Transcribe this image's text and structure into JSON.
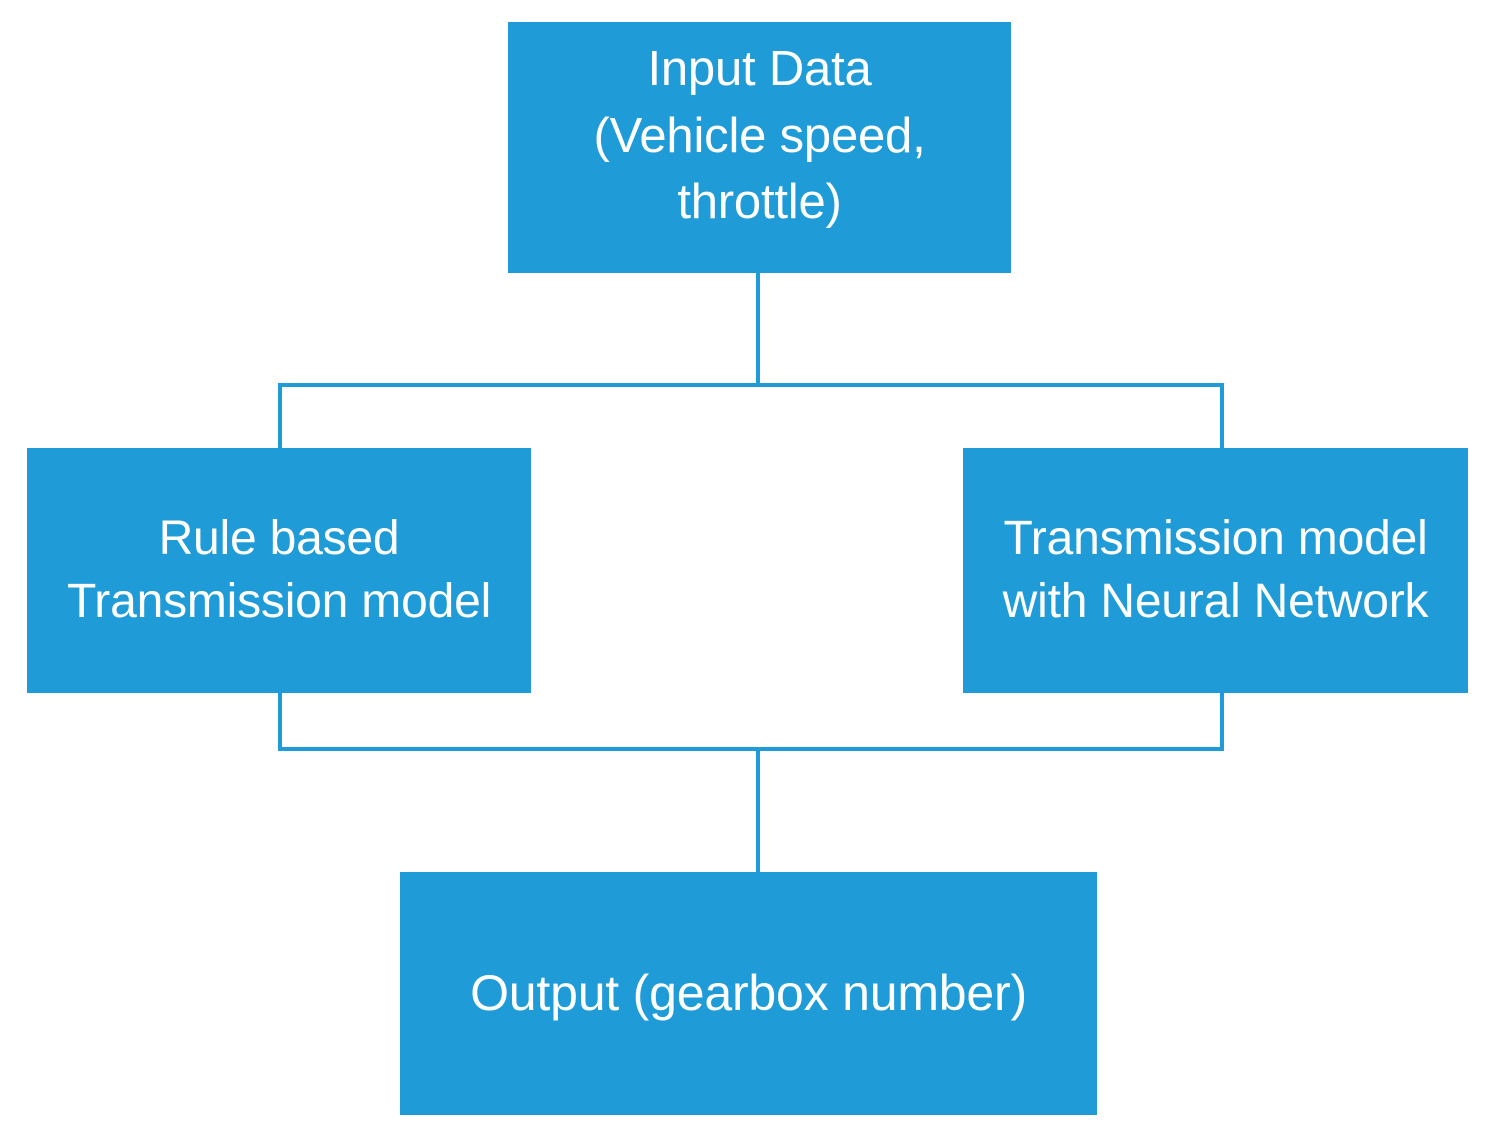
{
  "diagram": {
    "title": "Transmission model comparison flowchart",
    "type": "flowchart",
    "orientation": "top-to-bottom",
    "colors": {
      "node_fill": "#1F9BD7",
      "node_text": "#FFFFFF",
      "connector": "#1F9BD7",
      "background": "#FFFFFF"
    },
    "nodes": {
      "input": {
        "id": "input-data",
        "label": "Input Data\n(Vehicle speed, throttle)",
        "role": "input"
      },
      "rule_based": {
        "id": "rule-based-transmission-model",
        "label": "Rule based Transmission model",
        "role": "process"
      },
      "neural_network": {
        "id": "transmission-model-neural-network",
        "label": "Transmission model with Neural Network",
        "role": "process"
      },
      "output": {
        "id": "output-gearbox-number",
        "label": "Output (gearbox number)",
        "role": "output"
      }
    },
    "edges": [
      {
        "from": "input-data",
        "to": "rule-based-transmission-model",
        "style": "orthogonal"
      },
      {
        "from": "input-data",
        "to": "transmission-model-neural-network",
        "style": "orthogonal"
      },
      {
        "from": "rule-based-transmission-model",
        "to": "output-gearbox-number",
        "style": "orthogonal"
      },
      {
        "from": "transmission-model-neural-network",
        "to": "output-gearbox-number",
        "style": "orthogonal"
      }
    ]
  }
}
